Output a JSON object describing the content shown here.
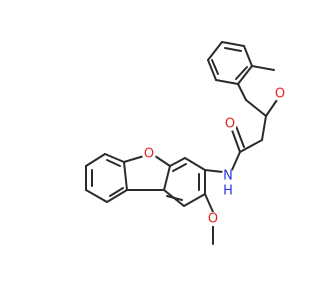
{
  "colors": {
    "background": "#ffffff",
    "bond": "#2b2b2b",
    "oxygen": "#e0241b",
    "nitrogen": "#2a35d9",
    "label_mask": "#ffffff"
  },
  "atom_labels": {
    "furan_o": "O",
    "methoxy_o": "O",
    "amide_n": "N",
    "amide_nh": "H",
    "carbonyl_o": "O",
    "ether_o": "O"
  }
}
